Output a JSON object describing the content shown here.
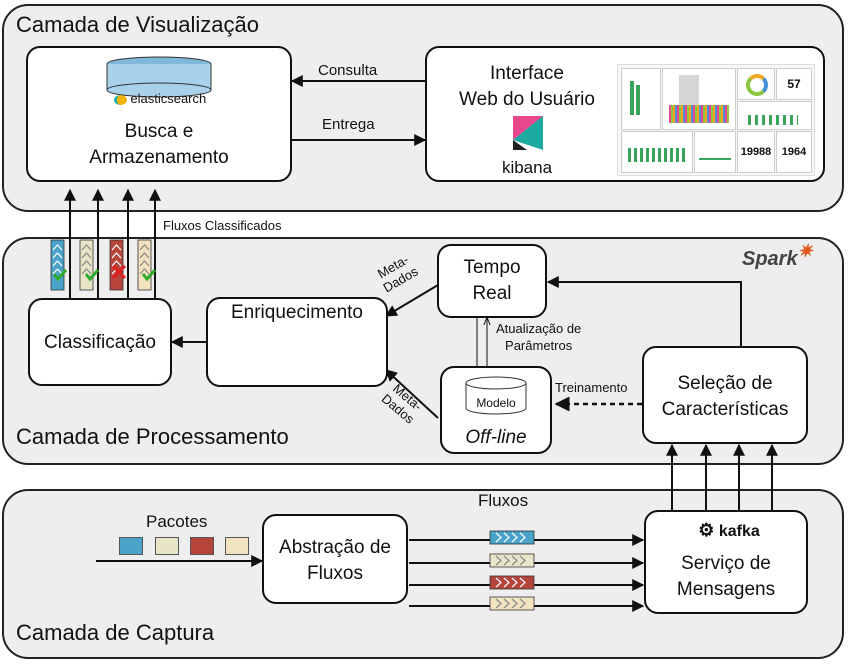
{
  "layers": {
    "visualizacao": "Camada de Visualização",
    "processamento": "Camada de Processamento",
    "captura": "Camada de Captura"
  },
  "boxes": {
    "busca": {
      "line1": "Busca e",
      "line2": "Armazenamento",
      "logo": "elasticsearch"
    },
    "interface": {
      "line1": "Interface",
      "line2": "Web do Usuário",
      "logo": "kibana",
      "stats": [
        "57",
        "19988",
        "1964"
      ]
    },
    "classificacao": "Classificação",
    "enriquecimento": "Enriquecimento",
    "tempo_real": {
      "line1": "Tempo",
      "line2": "Real"
    },
    "offline": {
      "model": "Modelo",
      "label": "Off-line"
    },
    "selecao": {
      "line1": "Seleção de",
      "line2": "Características"
    },
    "abstracao": {
      "line1": "Abstração de",
      "line2": "Fluxos"
    },
    "servico": {
      "logo": "kafka",
      "line1": "Serviço de",
      "line2": "Mensagens"
    }
  },
  "labels": {
    "consulta": "Consulta",
    "entrega": "Entrega",
    "fluxos_classificados": "Fluxos Classificados",
    "meta_dados_top": "Meta-\nDados",
    "meta_dados_bottom": "Meta-\nDados",
    "atualizacao": "Atualização de\nParâmetros",
    "treinamento": "Treinamento",
    "fluxos": "Fluxos",
    "pacotes": "Pacotes",
    "spark": "Spark"
  },
  "colors": {
    "blue": "#4aa3c9",
    "cream": "#e8e4c8",
    "red": "#b5443a",
    "green_check": "#2eaa2e",
    "kibana_pink": "#e8478b",
    "kibana_teal": "#1ba9a0",
    "spark_orange": "#e25a1c"
  }
}
